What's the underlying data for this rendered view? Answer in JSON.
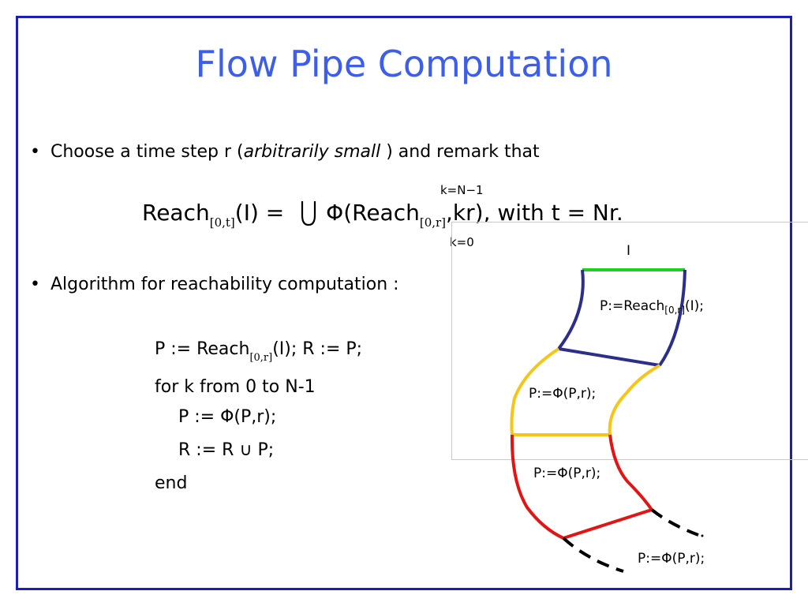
{
  "title": "Flow Pipe Computation",
  "bullet1": {
    "marker": "•",
    "before": "Choose a time step r (",
    "italic": "arbitrarily small",
    "after": " ) and remark that"
  },
  "formula": {
    "lhs_name": "Reach",
    "lhs_sub": "[0,t]",
    "lhs_arg": "(I) =",
    "union_upper": "k=N−1",
    "union_lower": "k=0",
    "rhs_phi": "Φ(Reach",
    "rhs_sub": "[0,r]",
    "rhs_tail": ",kr), with t = Nr."
  },
  "bullet2": {
    "marker": "•",
    "text": "Algorithm for reachability computation :"
  },
  "algorithm": {
    "line1_a": "P := Reach",
    "line1_sub": "[0,r]",
    "line1_b": "(I); R := P;",
    "line2": "for k from 0 to N-1",
    "line3": "P := Φ(P,r);",
    "line4": "R := R ∪ P;",
    "line5": "end"
  },
  "diagram": {
    "label_I": "I",
    "label_reach_a": "P:=Reach",
    "label_reach_sub": "[0,r]",
    "label_reach_b": "(I);",
    "label_phi1": "P:=Φ(P,r);",
    "label_phi2": "P:=Φ(P,r);",
    "label_phi3": "P:=Φ(P,r);",
    "colors": {
      "initial": "#1fd11f",
      "first_segment": "#2b2f8a",
      "second_segment": "#f5c518",
      "third_segment": "#e01515",
      "fourth_segment": "#000000"
    }
  },
  "colors": {
    "title": "#3d5ee8",
    "border": "#1b1fb8"
  }
}
